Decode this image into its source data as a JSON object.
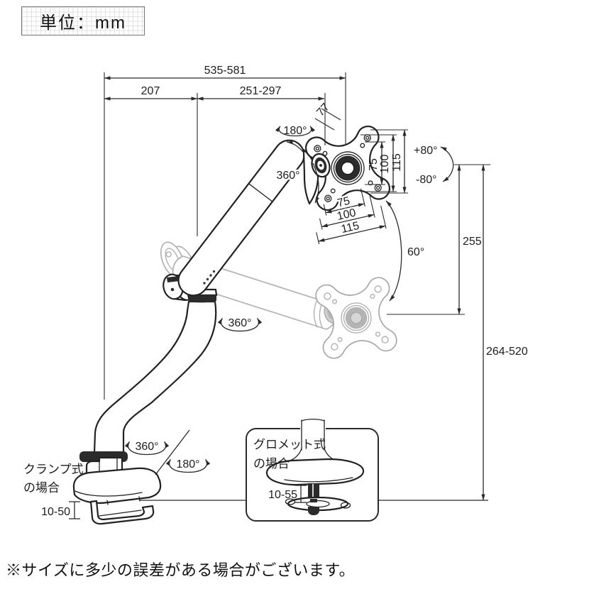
{
  "unit_box": {
    "label": "単位：mm"
  },
  "footnote": "※サイズに多少の誤差がある場合がございます。",
  "labels": {
    "clamp_case": [
      "クランプ式",
      "の場合"
    ],
    "grommet_case": [
      "グロメット式",
      "の場合"
    ]
  },
  "dimensions": {
    "total_reach": "535-581",
    "rear_arm": "207",
    "front_arm": "251-297",
    "head_offset": "77",
    "vesa_vertical": [
      "75",
      "100",
      "115"
    ],
    "vesa_horizontal": [
      "75",
      "100",
      "115"
    ],
    "tilt_up": "+80°",
    "tilt_down": "-80°",
    "head_drop": "255",
    "height_range": "264-520",
    "fold_angle": "60°",
    "head_rotation": "180°",
    "head_swivel": "360°",
    "elbow_swivel": "360°",
    "base_swivel": "360°",
    "base_rotation": "180°",
    "clamp_thickness": "10-50",
    "grommet_thickness": "10-55"
  },
  "colors": {
    "line": "#2b2b2b",
    "ghost": "#b2b2b2",
    "background": "#ffffff"
  }
}
